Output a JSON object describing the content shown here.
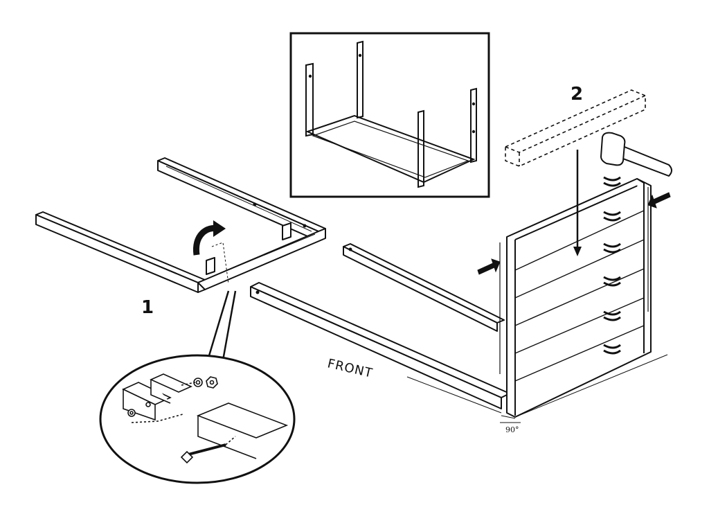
{
  "steps": [
    {
      "number": "1"
    },
    {
      "number": "2"
    }
  ],
  "labels": {
    "front": "FRONT",
    "angle": "90°"
  },
  "icons": [
    "rotate-arrow-icon",
    "hammer-icon",
    "press-arrow-icon",
    "tap-mark-icon"
  ],
  "colors": {
    "line": "#111111",
    "background": "#ffffff"
  }
}
